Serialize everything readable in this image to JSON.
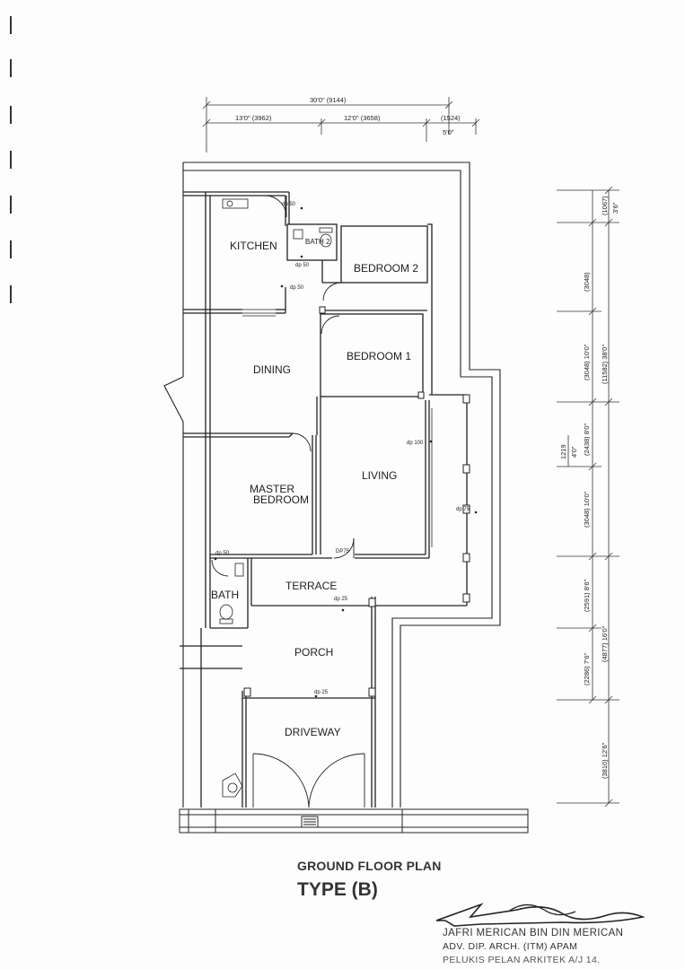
{
  "document": {
    "title": "GROUND FLOOR PLAN",
    "subtitle": "TYPE (B)"
  },
  "rooms": {
    "kitchen": "KITCHEN",
    "bath2": "BATH 2",
    "bedroom2": "BEDROOM 2",
    "bedroom1": "BEDROOM 1",
    "dining": "DINING",
    "master_line1": "MASTER",
    "master_line2": "BEDROOM",
    "living": "LIVING",
    "bath": "BATH",
    "terrace": "TERRACE",
    "porch": "PORCH",
    "driveway": "DRIVEWAY"
  },
  "drop_points": {
    "kitchen": "dp 50",
    "bath2": "dp 50",
    "dining": "dp 50",
    "living": "dp 100",
    "living_right": "dp 75",
    "living_door": "DP75",
    "bath": "dp 50",
    "terrace": "dp 25",
    "porch": "dp 25"
  },
  "dimensions_top": {
    "overall": "30'0\" (9144)",
    "seg1": "13'0\" (3962)",
    "seg2": "12'0\" (3658)",
    "seg3": "(1524)",
    "seg3_ft": "5'0\""
  },
  "dimensions_right": {
    "d1": "(1067)",
    "d1_ft": "3'6\"",
    "d2": "(3048)",
    "d3": "(3048) 10'0\"",
    "d_total_upper": "(11582) 38'0\"",
    "d4": "(2438) 8'0\"",
    "d4_small": "1219",
    "d4_small_ft": "4'0\"",
    "d5": "(3048) 10'0\"",
    "d6": "(2591) 8'6\"",
    "d_total_lower": "(4877) 16'0\"",
    "d7": "(2286) 7'6\"",
    "d8": "(3810) 12'6\""
  },
  "signature": {
    "name": "JAFRI MERICAN BIN DIN MERICAN",
    "qualification": "ADV. DIP. ARCH. (ITM) APAM",
    "registration": "PELUKIS PELAN ARKITEK A/J 14."
  }
}
